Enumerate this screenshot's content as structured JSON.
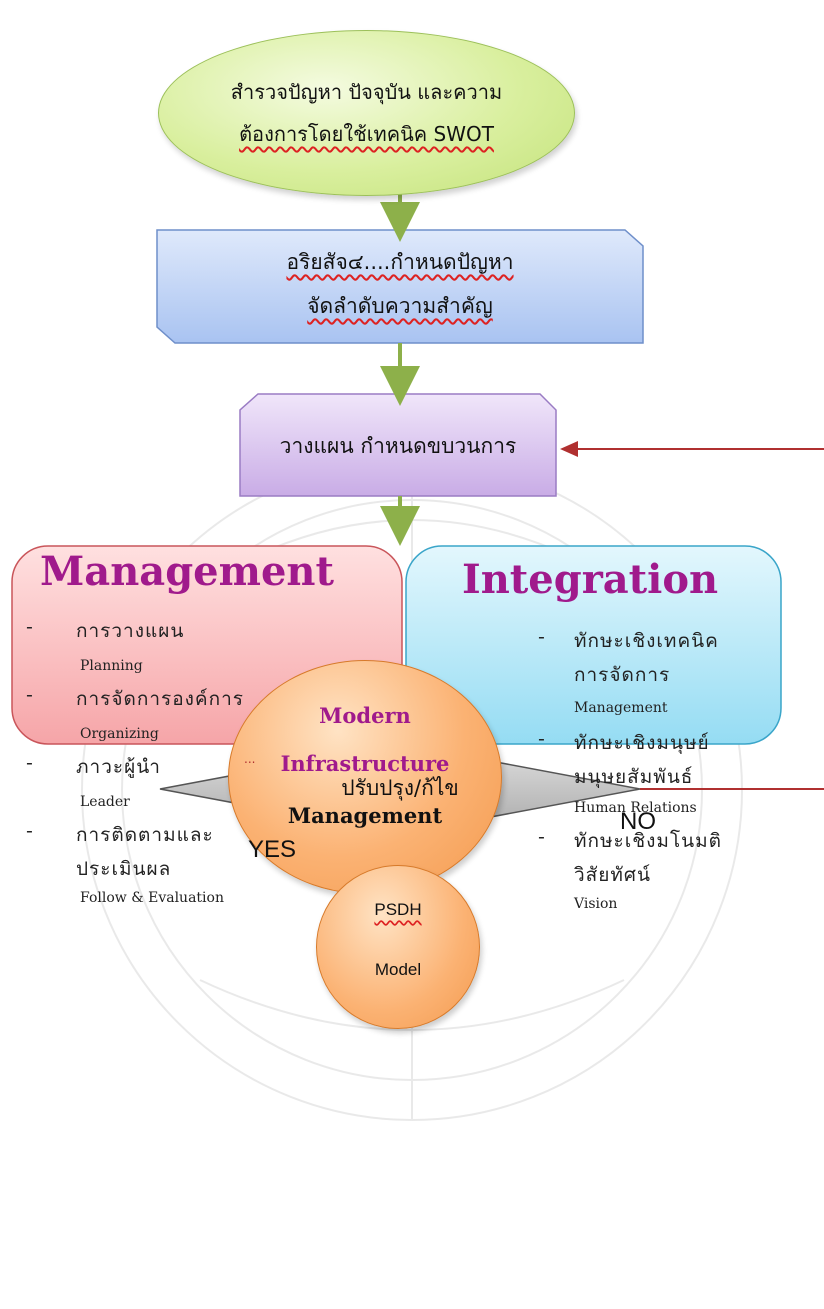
{
  "survey": {
    "line1": "สำรวจปัญหา  ปัจจุบัน  และความ",
    "line2": "ต้องการโดยใช้เทคนิค SWOT"
  },
  "problem": {
    "line1": "อริยสัจ๔....กำหนดปัญหา",
    "line2": "จัดลำดับความสำคัญ"
  },
  "plan": {
    "label": "วางแผน กำหนดขบวนการ"
  },
  "management": {
    "title": "Management",
    "items": [
      {
        "th": "การวางแผน",
        "en": "Planning"
      },
      {
        "th": "การจัดการองค์การ",
        "en": "Organizing"
      },
      {
        "th": "ภาวะผู้นำ",
        "en": "Leader"
      },
      {
        "th": "การติดตามและ",
        "th2": "ประเมินผล",
        "en": "Follow & Evaluation"
      }
    ]
  },
  "integration": {
    "title": "Integration",
    "items": [
      {
        "th": "ทักษะเชิงเทคนิค",
        "th2": "การจัดการ",
        "en": "Management"
      },
      {
        "th": "ทักษะเชิงมนุษย์",
        "th2": "มนุษยสัมพันธ์",
        "en": "Human Relations"
      },
      {
        "th": "ทักษะเชิงมโนมติ",
        "th2": "วิสัยทัศน์",
        "en": "Vision"
      }
    ]
  },
  "center": {
    "line1": "Modern",
    "line2": "Infrastructure",
    "line3": "Management"
  },
  "decision": {
    "label": "ปรับปรุง/ก้ไข",
    "yes": "YES",
    "no": "NO",
    "dots": "..."
  },
  "result": {
    "line1": "PSDH",
    "line2": "Model"
  },
  "colors": {
    "arrow": "#8db04a",
    "feedback": "#b03030",
    "title": "#a01a8c"
  }
}
